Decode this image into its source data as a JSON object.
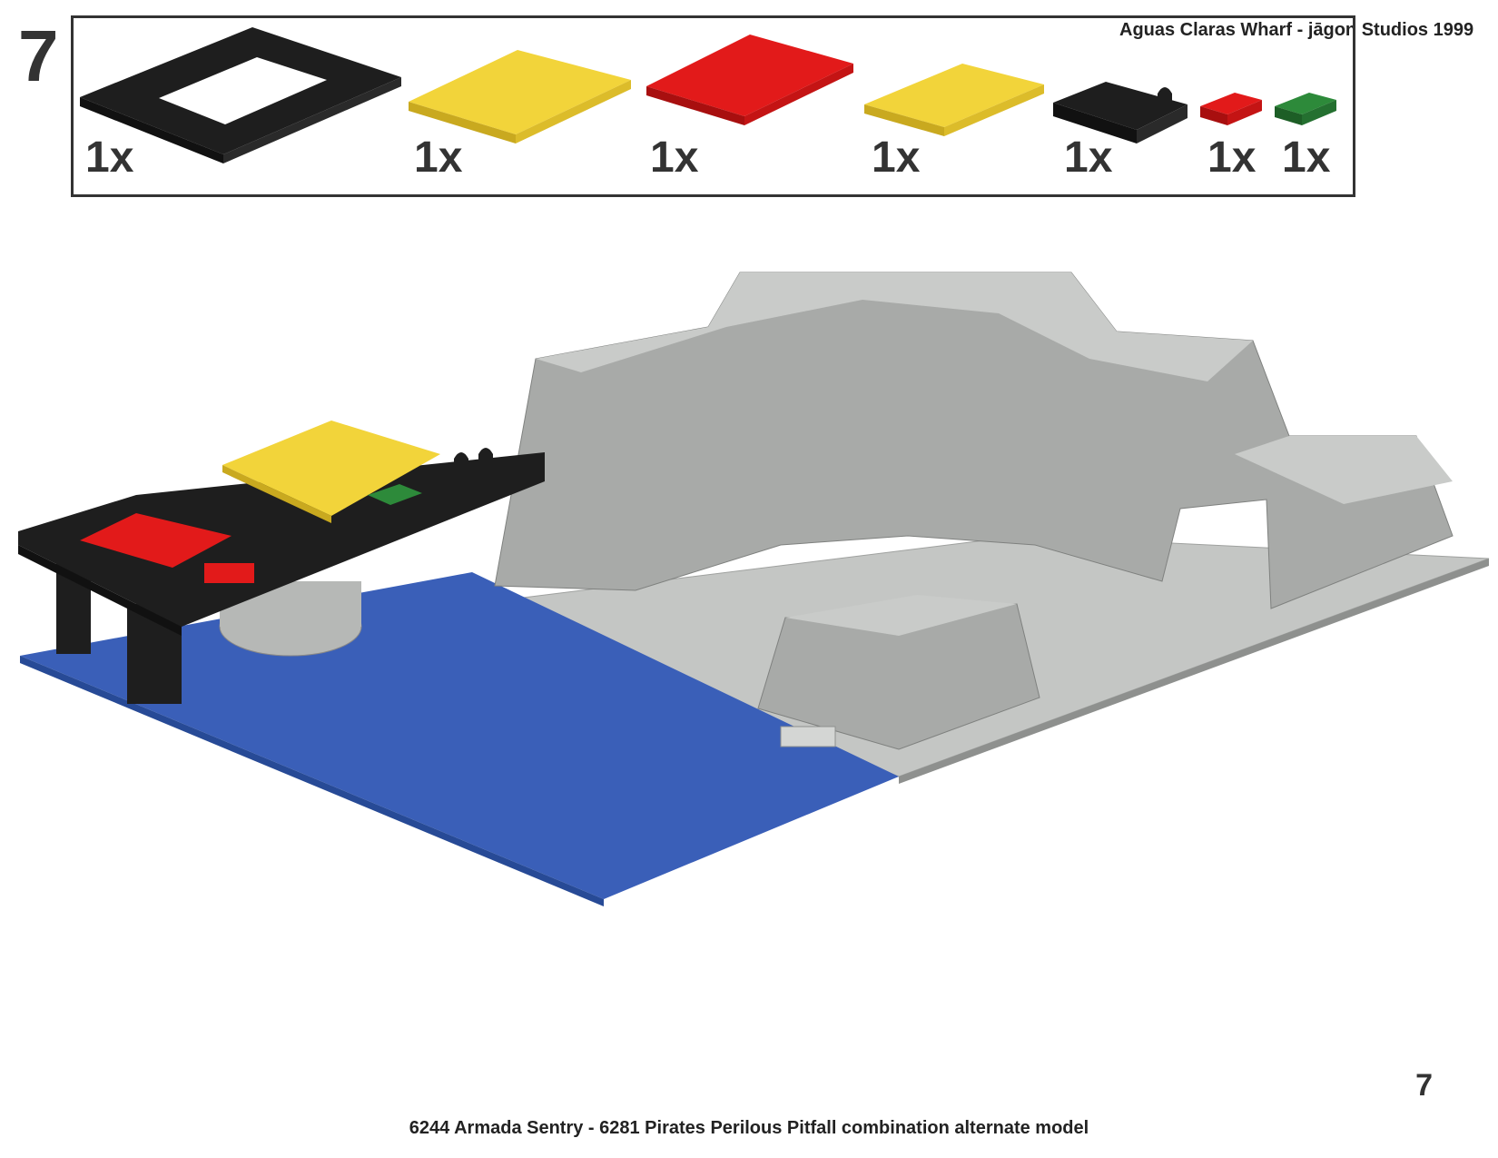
{
  "step": {
    "number": "7"
  },
  "header": {
    "title": "Aguas Claras Wharf - jāgon Studios 1999"
  },
  "parts_list": [
    {
      "name": "black-frame-plate",
      "quantity": "1x",
      "color": "#1e1e1e"
    },
    {
      "name": "yellow-plate-6x6",
      "quantity": "1x",
      "color": "#f2d43a"
    },
    {
      "name": "red-hinge-plate",
      "quantity": "1x",
      "color": "#e21a1a"
    },
    {
      "name": "yellow-plate-4x8",
      "quantity": "1x",
      "color": "#f2d43a"
    },
    {
      "name": "black-clip-plate",
      "quantity": "1x",
      "color": "#1e1e1e"
    },
    {
      "name": "red-plate-1x2",
      "quantity": "1x",
      "color": "#e21a1a"
    },
    {
      "name": "green-plate-1x2",
      "quantity": "1x",
      "color": "#2d8a3a"
    }
  ],
  "footer": {
    "caption": "6244 Armada Sentry - 6281 Pirates Perilous Pitfall combination alternate model"
  },
  "page": {
    "number": "7"
  },
  "colors": {
    "water": "#3a5fb8",
    "rock": "#a8aaa8",
    "rock_top": "#c9cbc9",
    "baseplate": "#c4c6c4"
  }
}
